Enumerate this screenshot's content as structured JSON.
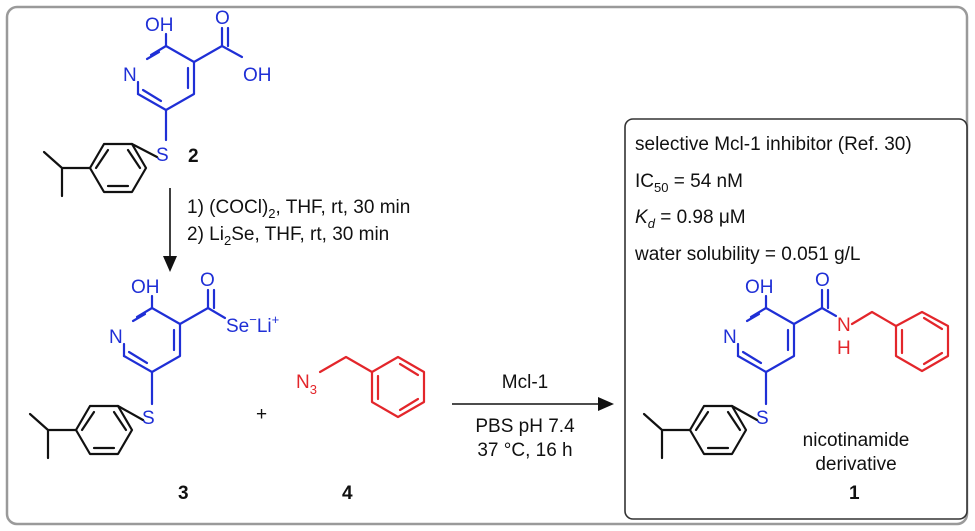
{
  "compounds": {
    "c2": {
      "label": "2",
      "atoms": {
        "oh": "OH",
        "n": "N",
        "cooh": "OH",
        "o": "O",
        "s": "S"
      }
    },
    "c3": {
      "label": "3",
      "atoms": {
        "oh": "OH",
        "n": "N",
        "o": "O",
        "se": "Se",
        "se_charge": "−",
        "li": "Li",
        "li_charge": "+",
        "s": "S"
      }
    },
    "c4": {
      "label": "4",
      "atoms": {
        "n3": "N",
        "n3_sub": "3"
      }
    },
    "c1": {
      "label": "1",
      "atoms": {
        "oh": "OH",
        "n": "N",
        "o": "O",
        "nh": "N",
        "h": "H",
        "s": "S"
      },
      "caption_line1": "nicotinamide",
      "caption_line2": "derivative"
    }
  },
  "plus": "+",
  "step1": {
    "line1_pre": "1) (COCl)",
    "line1_sub": "2",
    "line1_post": ", THF, rt, 30 min",
    "line2_pre": "2) Li",
    "line2_sub": "2",
    "line2_post": "Se, THF, rt, 30 min"
  },
  "step2": {
    "above": "Mcl-1",
    "below1": "PBS pH 7.4",
    "below2": "37 °C, 16 h"
  },
  "info": {
    "title": "selective Mcl-1 inhibitor (Ref. 30)",
    "ic50_pre": "IC",
    "ic50_sub": "50",
    "ic50_post": " = 54 nM",
    "kd_pre": "K",
    "kd_sub": "d",
    "kd_post": " = 0.98 μM",
    "solubility": "water solubility = 0.051 g/L"
  }
}
